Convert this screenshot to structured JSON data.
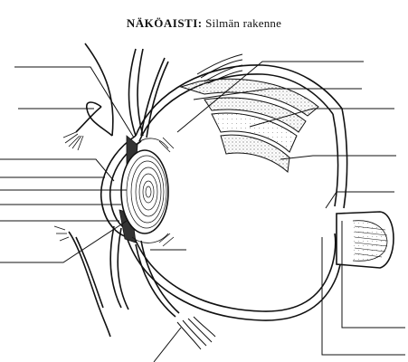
{
  "title": {
    "prefix": "NÄKÖAISTI:",
    "rest": "Silmän rakenne"
  },
  "label_blank_count": 16,
  "colors": {
    "ink": "#111111",
    "paper": "#ffffff",
    "stipple": "#9a9a9a"
  }
}
